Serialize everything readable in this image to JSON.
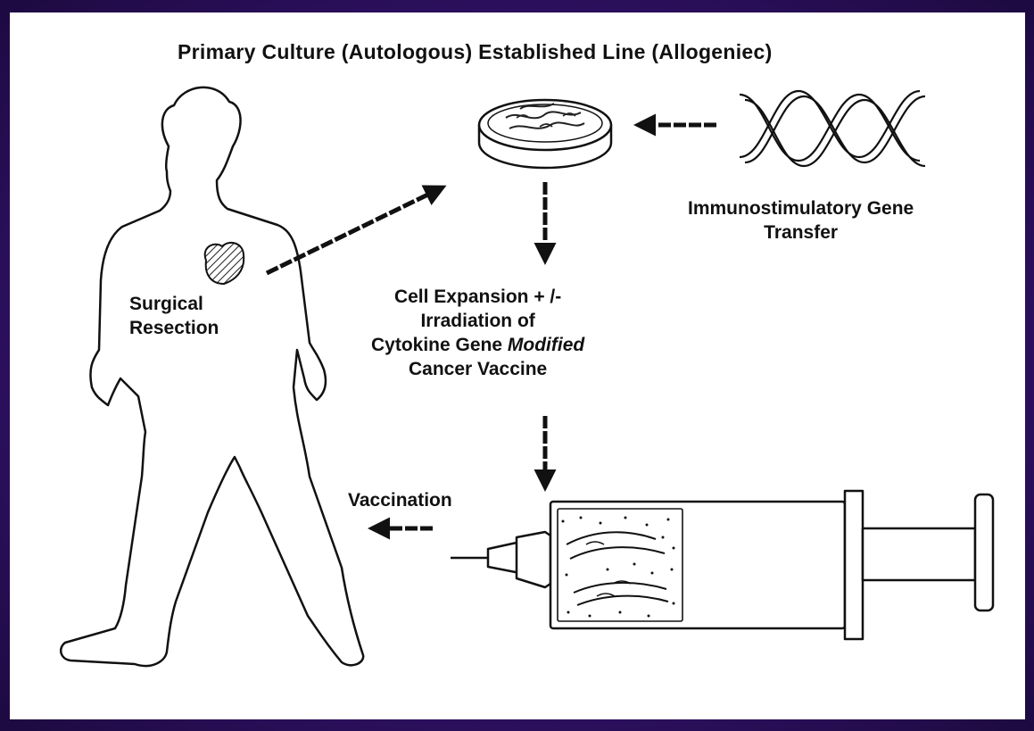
{
  "title": "Primary Culture (Autologous)  Established Line (Allogeniec)",
  "labels": {
    "surgical_line1": "Surgical",
    "surgical_line2": "Resection",
    "gene_line1": "Immunostimulatory Gene",
    "gene_line2": "Transfer",
    "step_line1": "Cell Expansion  + /-",
    "step_line2": "Irradiation of",
    "step_line3_pre": "Cytokine Gene ",
    "step_line3_emph": "Modified",
    "step_line4": "Cancer Vaccine",
    "vaccination": "Vaccination"
  },
  "icons": {
    "person": "person-silhouette-icon",
    "tumor": "tumor-icon",
    "dish": "petri-dish-icon",
    "dna": "dna-helix-icon",
    "syringe": "syringe-icon"
  },
  "colors": {
    "background_border": "#3a1670",
    "paper": "#ffffff",
    "ink": "#111111"
  }
}
